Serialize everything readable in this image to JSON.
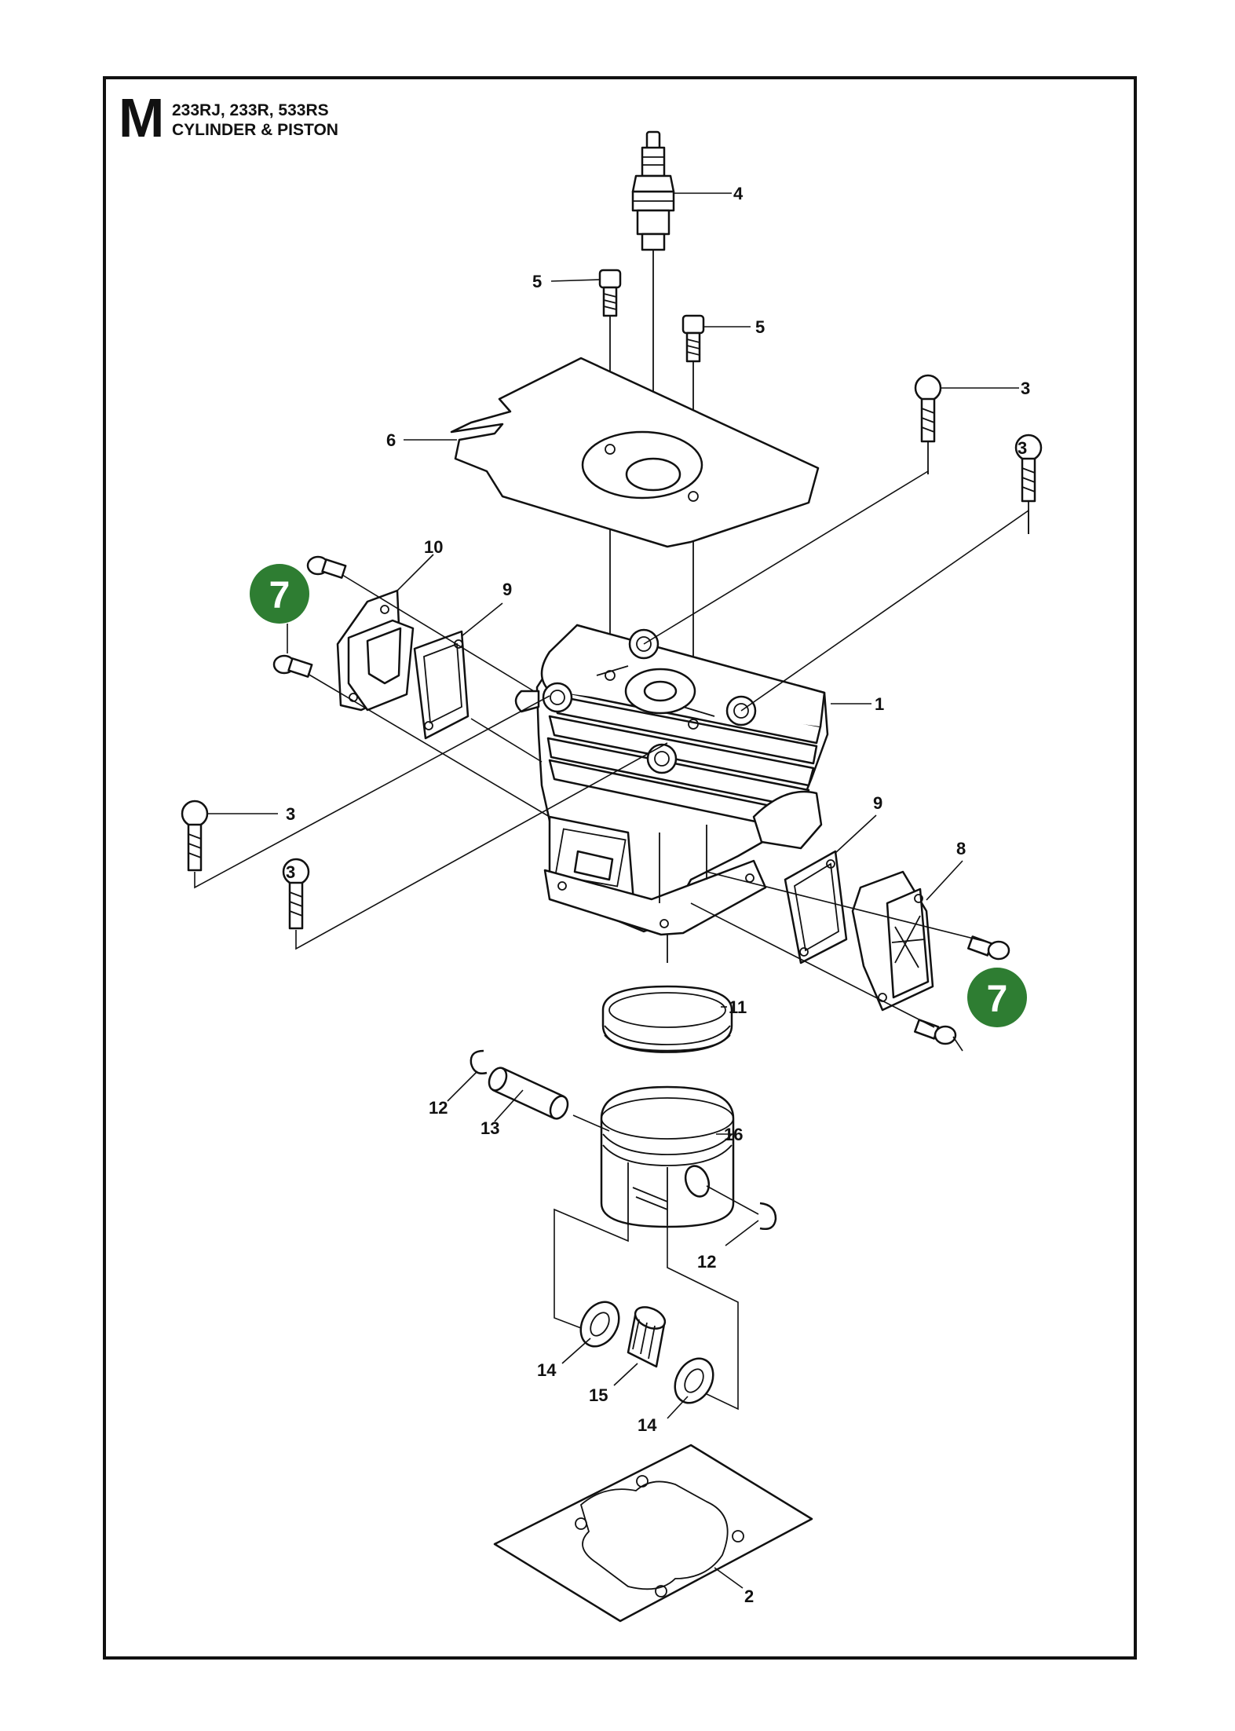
{
  "header": {
    "section_letter": "M",
    "models": "233RJ, 233R, 533RS",
    "title": "CYLINDER & PISTON"
  },
  "colors": {
    "badge": "#2e7d32",
    "line": "#111111"
  },
  "callouts": {
    "c1": "1",
    "c2": "2",
    "c3a": "3",
    "c3b": "3",
    "c3c": "3",
    "c3d": "3",
    "c4": "4",
    "c5a": "5",
    "c5b": "5",
    "c6": "6",
    "c8": "8",
    "c9a": "9",
    "c9b": "9",
    "c10": "10",
    "c11": "11",
    "c12a": "12",
    "c12b": "12",
    "c13": "13",
    "c14a": "14",
    "c14b": "14",
    "c15": "15",
    "c16": "16"
  },
  "badges": {
    "b7a": "7",
    "b7b": "7"
  }
}
